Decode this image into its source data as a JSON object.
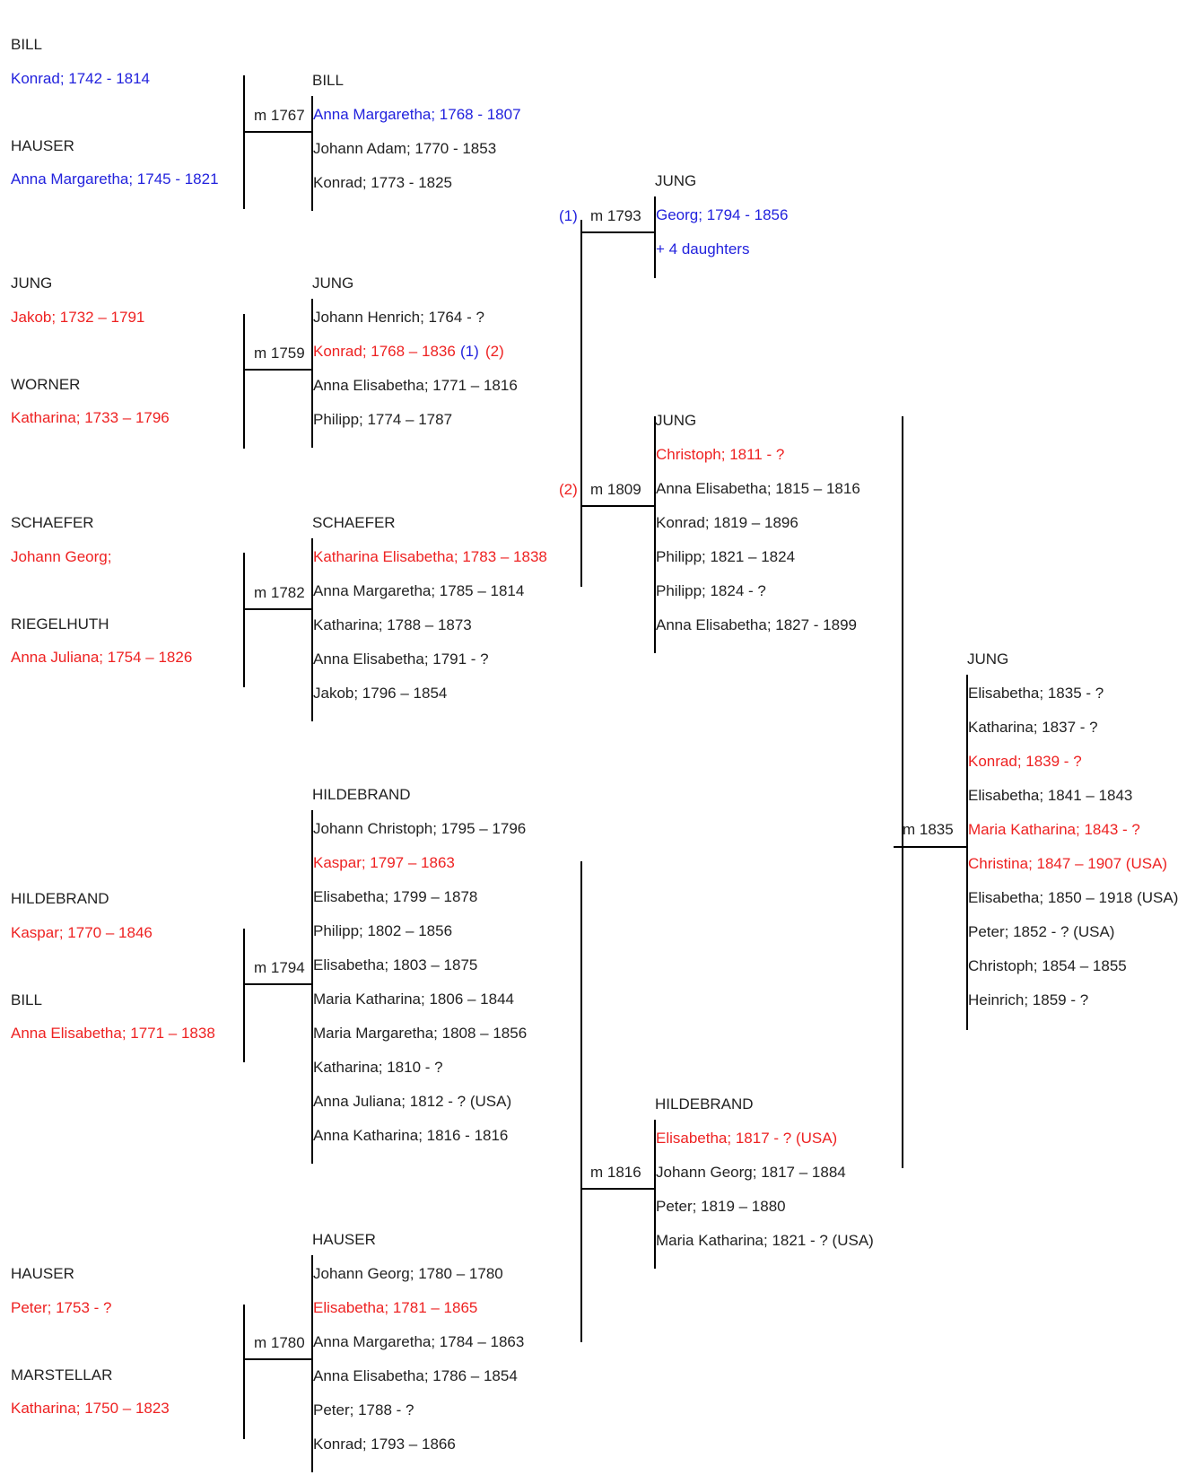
{
  "colors": {
    "normal": "#222222",
    "blue": "#2222dd",
    "red": "#ee2222"
  },
  "families": [
    {
      "id": "bill-1767",
      "father": {
        "surname": "BILL",
        "name": {
          "text": "Konrad; 1742 - 1814",
          "color": "blue"
        }
      },
      "mother": {
        "surname": "HAUSER",
        "name": {
          "text": "Anna Margaretha; 1745 - 1821",
          "color": "blue"
        }
      },
      "marriage": "m 1767",
      "child_surname": "BILL",
      "children": [
        {
          "text": "Anna Margaretha; 1768 - 1807",
          "color": "blue"
        },
        {
          "text": "Johann Adam; 1770 - 1853",
          "color": "normal"
        },
        {
          "text": "Konrad; 1773 - 1825",
          "color": "normal"
        }
      ]
    },
    {
      "id": "jung-1759",
      "father": {
        "surname": "JUNG",
        "name": {
          "text": "Jakob; 1732 – 1791",
          "color": "red"
        }
      },
      "mother": {
        "surname": "WORNER",
        "name": {
          "text": "Katharina; 1733 – 1796",
          "color": "red"
        }
      },
      "marriage": "m 1759",
      "child_surname": "JUNG",
      "children": [
        {
          "text": "Johann Henrich; 1764 - ?",
          "color": "normal"
        },
        {
          "text": "Konrad; 1768 – 1836",
          "color": "red",
          "extra": [
            {
              "text": "(1)",
              "color": "blue"
            },
            {
              "text": "(2)",
              "color": "red"
            }
          ]
        },
        {
          "text": "Anna Elisabetha; 1771 – 1816",
          "color": "normal"
        },
        {
          "text": "Philipp; 1774 – 1787",
          "color": "normal"
        }
      ]
    },
    {
      "id": "schaefer-1782",
      "father": {
        "surname": "SCHAEFER",
        "name": {
          "text": "Johann Georg;",
          "color": "red"
        }
      },
      "mother": {
        "surname": "RIEGELHUTH",
        "name": {
          "text": "Anna Juliana; 1754 – 1826",
          "color": "red"
        }
      },
      "marriage": "m 1782",
      "child_surname": "SCHAEFER",
      "children": [
        {
          "text": "Katharina Elisabetha; 1783 – 1838",
          "color": "red"
        },
        {
          "text": "Anna Margaretha; 1785 – 1814",
          "color": "normal"
        },
        {
          "text": "Katharina; 1788 – 1873",
          "color": "normal"
        },
        {
          "text": "Anna Elisabetha; 1791 - ?",
          "color": "normal"
        },
        {
          "text": "Jakob; 1796 – 1854",
          "color": "normal"
        }
      ]
    },
    {
      "id": "hildebrand-1794",
      "father": {
        "surname": "HILDEBRAND",
        "name": {
          "text": "Kaspar; 1770 – 1846",
          "color": "red"
        }
      },
      "mother": {
        "surname": "BILL",
        "name": {
          "text": "Anna Elisabetha; 1771 – 1838",
          "color": "red"
        }
      },
      "marriage": "m 1794",
      "child_surname": "HILDEBRAND",
      "children": [
        {
          "text": "Johann Christoph; 1795 – 1796",
          "color": "normal"
        },
        {
          "text": "Kaspar; 1797 – 1863",
          "color": "red"
        },
        {
          "text": "Elisabetha; 1799 – 1878",
          "color": "normal"
        },
        {
          "text": "Philipp; 1802 – 1856",
          "color": "normal"
        },
        {
          "text": "Elisabetha; 1803 – 1875",
          "color": "normal"
        },
        {
          "text": "Maria Katharina; 1806 – 1844",
          "color": "normal"
        },
        {
          "text": "Maria Margaretha; 1808 – 1856",
          "color": "normal"
        },
        {
          "text": "Katharina; 1810 - ?",
          "color": "normal"
        },
        {
          "text": "Anna Juliana; 1812 - ? (USA)",
          "color": "normal"
        },
        {
          "text": "Anna Katharina; 1816 - 1816",
          "color": "normal"
        }
      ]
    },
    {
      "id": "hauser-1780",
      "father": {
        "surname": "HAUSER",
        "name": {
          "text": "Peter; 1753 - ?",
          "color": "red"
        }
      },
      "mother": {
        "surname": "MARSTELLAR",
        "name": {
          "text": "Katharina; 1750 – 1823",
          "color": "red"
        }
      },
      "marriage": "m 1780",
      "child_surname": "HAUSER",
      "children": [
        {
          "text": "Johann Georg; 1780 – 1780",
          "color": "normal"
        },
        {
          "text": "Elisabetha; 1781 – 1865",
          "color": "red"
        },
        {
          "text": "Anna Margaretha; 1784 – 1863",
          "color": "normal"
        },
        {
          "text": "Anna Elisabetha; 1786 – 1854",
          "color": "normal"
        },
        {
          "text": "Peter; 1788 - ?",
          "color": "normal"
        },
        {
          "text": "Konrad; 1793 – 1866",
          "color": "normal"
        }
      ]
    },
    {
      "id": "jung-1793",
      "tag": {
        "text": "(1)",
        "color": "blue"
      },
      "marriage": "m 1793",
      "child_surname": "JUNG",
      "children": [
        {
          "text": "Georg; 1794 - 1856",
          "color": "blue"
        },
        {
          "text": "+ 4 daughters",
          "color": "blue"
        }
      ]
    },
    {
      "id": "jung-1809",
      "tag": {
        "text": "(2)",
        "color": "red"
      },
      "marriage": "m 1809",
      "child_surname": "JUNG",
      "children": [
        {
          "text": "Christoph; 1811 - ?",
          "color": "red"
        },
        {
          "text": "Anna Elisabetha; 1815 – 1816",
          "color": "normal"
        },
        {
          "text": "Konrad; 1819 – 1896",
          "color": "normal"
        },
        {
          "text": "Philipp; 1821 – 1824",
          "color": "normal"
        },
        {
          "text": "Philipp; 1824 - ?",
          "color": "normal"
        },
        {
          "text": "Anna Elisabetha; 1827 - 1899",
          "color": "normal"
        }
      ]
    },
    {
      "id": "hildebrand-1816",
      "marriage": "m 1816",
      "child_surname": "HILDEBRAND",
      "children": [
        {
          "text": "Elisabetha; 1817 - ? (USA)",
          "color": "red"
        },
        {
          "text": "Johann Georg; 1817 – 1884",
          "color": "normal"
        },
        {
          "text": "Peter; 1819 – 1880",
          "color": "normal"
        },
        {
          "text": "Maria Katharina; 1821 - ? (USA)",
          "color": "normal"
        }
      ]
    },
    {
      "id": "jung-1835",
      "marriage": "m 1835",
      "child_surname": "JUNG",
      "children": [
        {
          "text": "Elisabetha; 1835 - ?",
          "color": "normal"
        },
        {
          "text": "Katharina; 1837 - ?",
          "color": "normal"
        },
        {
          "text": "Konrad; 1839 - ?",
          "color": "red"
        },
        {
          "text": "Elisabetha; 1841 – 1843",
          "color": "normal"
        },
        {
          "text": "Maria Katharina; 1843 - ?",
          "color": "red"
        },
        {
          "text": "Christina; 1847 – 1907 (USA)",
          "color": "red"
        },
        {
          "text": "Elisabetha; 1850 – 1918 (USA)",
          "color": "normal"
        },
        {
          "text": "Peter; 1852 - ? (USA)",
          "color": "normal"
        },
        {
          "text": "Christoph; 1854 – 1855",
          "color": "normal"
        },
        {
          "text": "Heinrich; 1859 - ?",
          "color": "normal"
        }
      ]
    }
  ]
}
